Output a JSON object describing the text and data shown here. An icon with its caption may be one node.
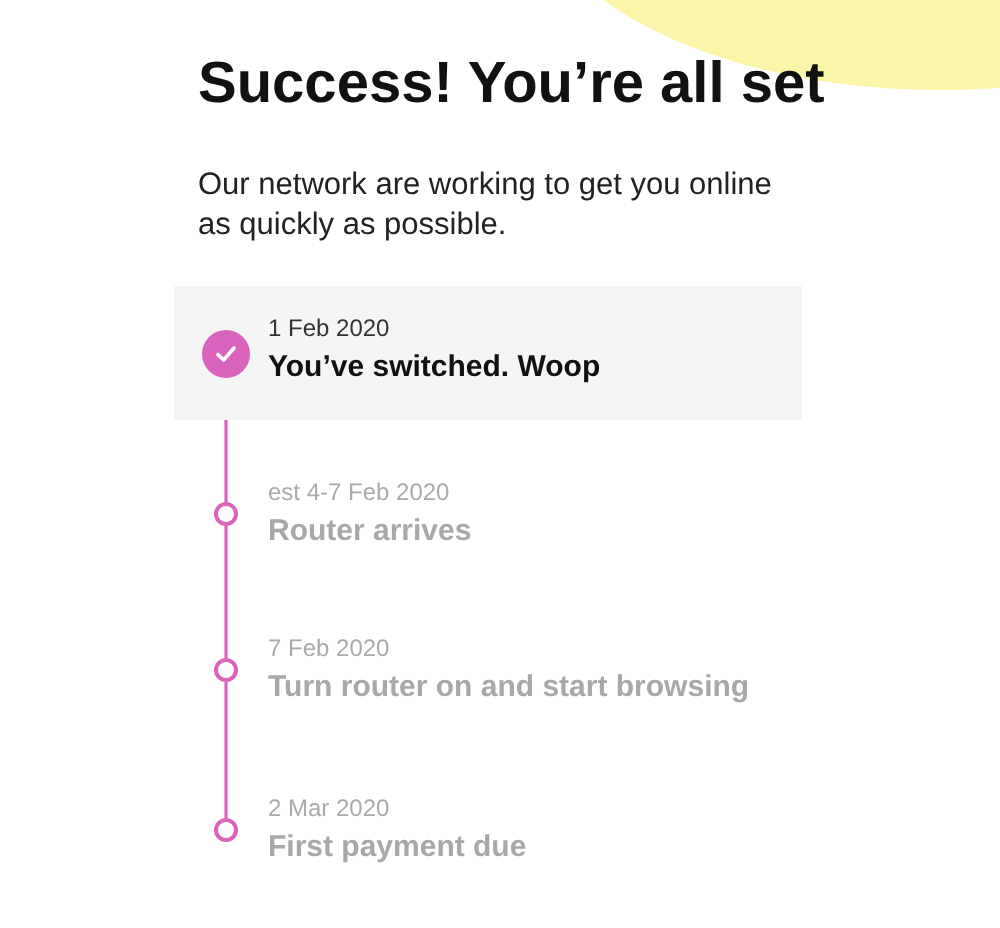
{
  "diagram": {
    "title": "Success! You’re all set",
    "nodes": [
      {
        "text": [
          "1 Feb 2020",
          "You’ve switched. Woop"
        ]
      },
      {
        "text": [],
        "shape": "circle",
        "in": 0
      },
      {
        "text": [],
        "shape": "circle",
        "beside": [
          "est 4-7 Feb 2020",
          "Router arrives"
        ]
      },
      {
        "text": [],
        "shape": "circle",
        "beside": [
          "7 Feb 2020",
          "Turn router on and start browsing"
        ]
      },
      {
        "text": [],
        "shape": "circle",
        "beside": [
          "2 Mar 2020",
          "First payment due"
        ]
      }
    ],
    "edges": [
      {
        "from": 1,
        "to": 2,
        "arrow": "none"
      },
      {
        "from": 2,
        "to": 3,
        "arrow": "none"
      },
      {
        "from": 3,
        "to": 4,
        "arrow": "none"
      }
    ],
    "labels": [
      "Our network are working to get you online as quickly as possible."
    ]
  }
}
